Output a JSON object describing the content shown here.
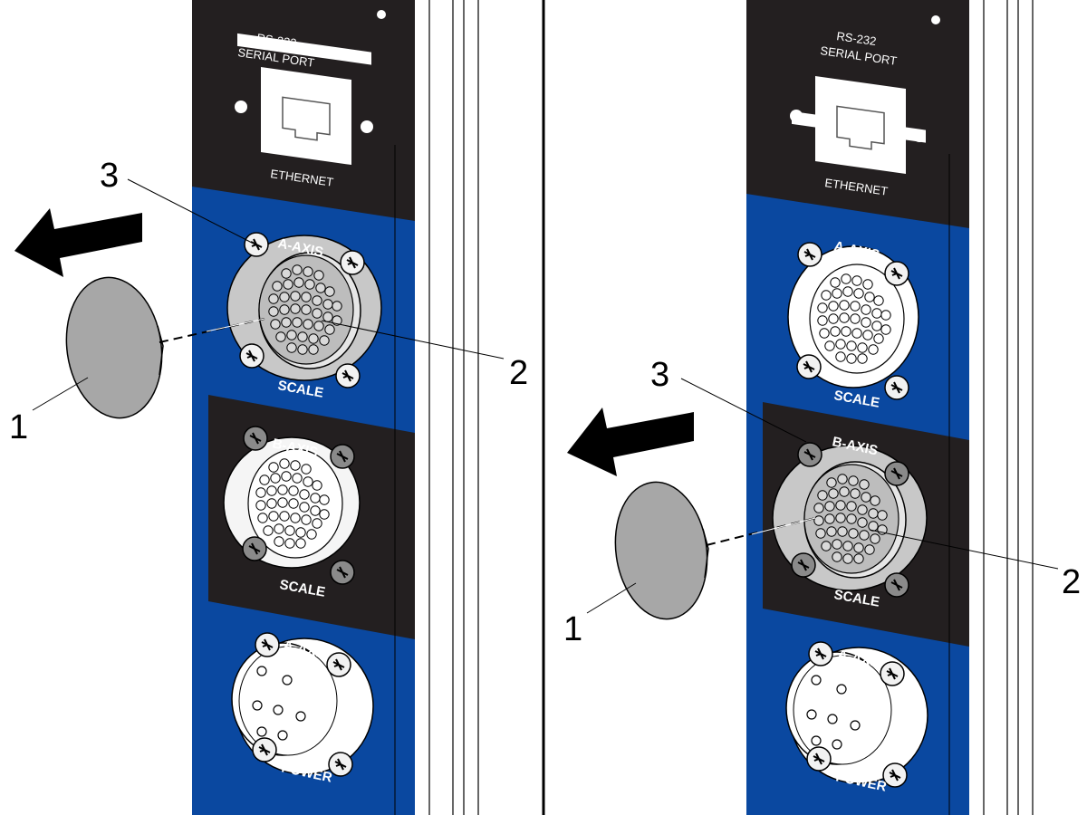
{
  "panel_labels": {
    "rs232_line1": "RS-232",
    "rs232_line2": "SERIAL PORT",
    "ethernet": "ETHERNET"
  },
  "connectors": {
    "a_axis": "A-AXIS",
    "b_axis": "B-AXIS",
    "scale": "SCALE",
    "power": "POWER"
  },
  "callouts": {
    "cap": "1",
    "pins": "2",
    "ring": "3"
  },
  "colors": {
    "panel_blue": "#0a48a0",
    "panel_black": "#231f20",
    "cap_gray": "#a7a7a7",
    "ring_gray": "#c8c8c8"
  }
}
